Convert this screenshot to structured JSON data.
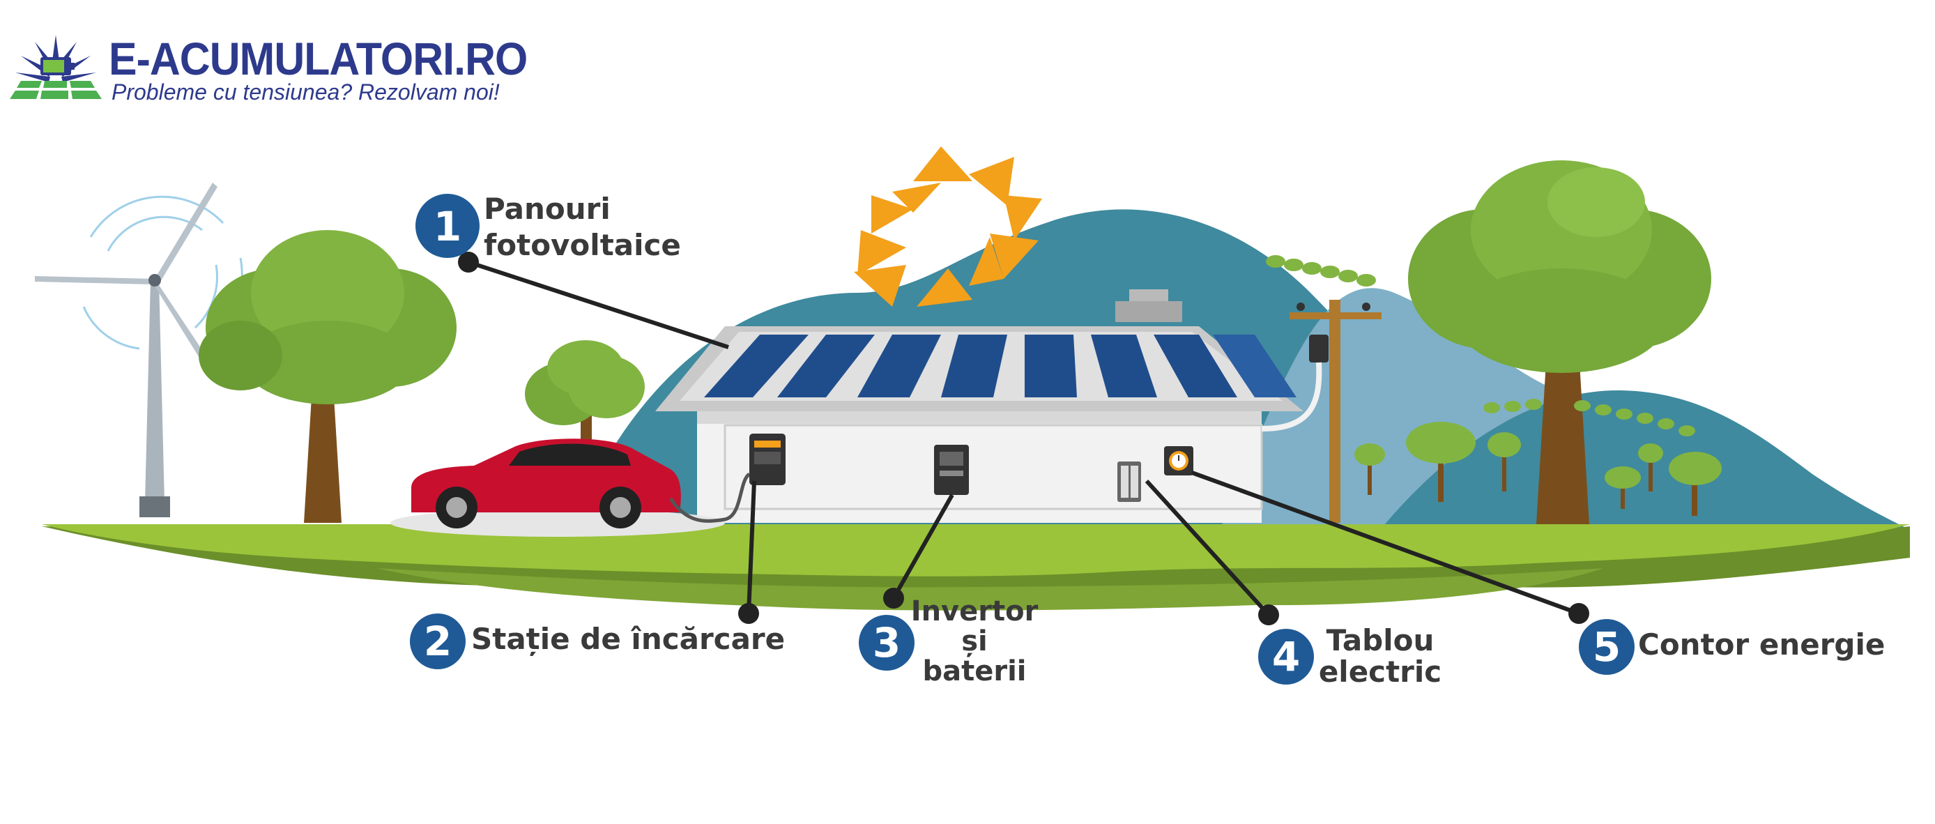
{
  "brand": {
    "name": "E-ACUMULATORI.RO",
    "tagline": "Probleme cu tensiunea? Rezolvam noi!",
    "color": "#2d3a8c"
  },
  "colors": {
    "badge": "#1f5a96",
    "grass_light": "#9bc43a",
    "grass_dark": "#6b8f2a",
    "hill_dark": "#3f8a9e",
    "hill_light": "#7fb0c8",
    "tree_green": "#76a83a",
    "sun": "#f3a01b",
    "panel": "#1f4d8c",
    "car": "#c8102e"
  },
  "callouts": [
    {
      "number": "1",
      "lines": [
        "Panouri",
        "fotovoltaice"
      ]
    },
    {
      "number": "2",
      "lines": [
        "Stație de încărcare"
      ]
    },
    {
      "number": "3",
      "lines": [
        "Invertor",
        "și",
        "baterii"
      ]
    },
    {
      "number": "4",
      "lines": [
        "Tablou",
        "electric"
      ]
    },
    {
      "number": "5",
      "lines": [
        "Contor energie"
      ]
    }
  ]
}
